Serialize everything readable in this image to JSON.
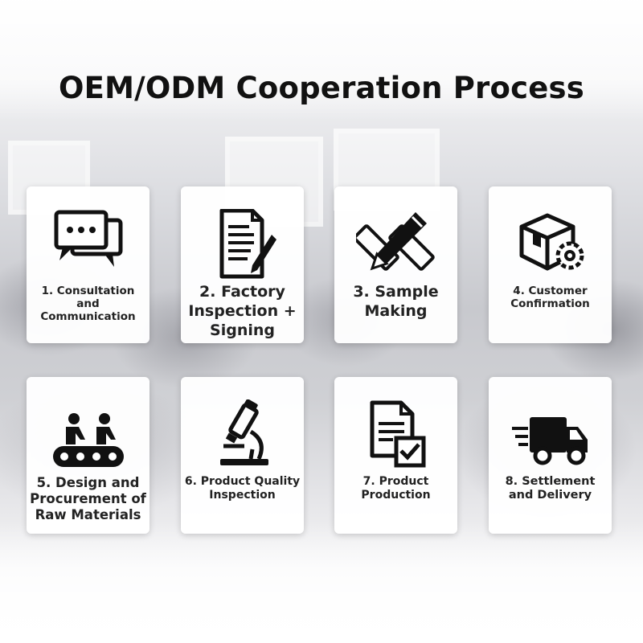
{
  "title": "OEM/ODM Cooperation Process",
  "steps": [
    {
      "label": "1. Consultation and Communication",
      "icon": "chat-bubbles-icon"
    },
    {
      "label": "2. Factory Inspection + Signing",
      "icon": "contract-signing-icon"
    },
    {
      "label": "3. Sample Making",
      "icon": "design-tools-icon"
    },
    {
      "label": "4. Customer Confirmation",
      "icon": "box-gear-icon"
    },
    {
      "label": "5. Design and Procurement of Raw Materials",
      "icon": "conveyor-workers-icon"
    },
    {
      "label": "6. Product Quality Inspection",
      "icon": "microscope-icon"
    },
    {
      "label": "7. Product Production",
      "icon": "document-check-icon"
    },
    {
      "label": "8. Settlement and Delivery",
      "icon": "delivery-truck-icon"
    }
  ]
}
